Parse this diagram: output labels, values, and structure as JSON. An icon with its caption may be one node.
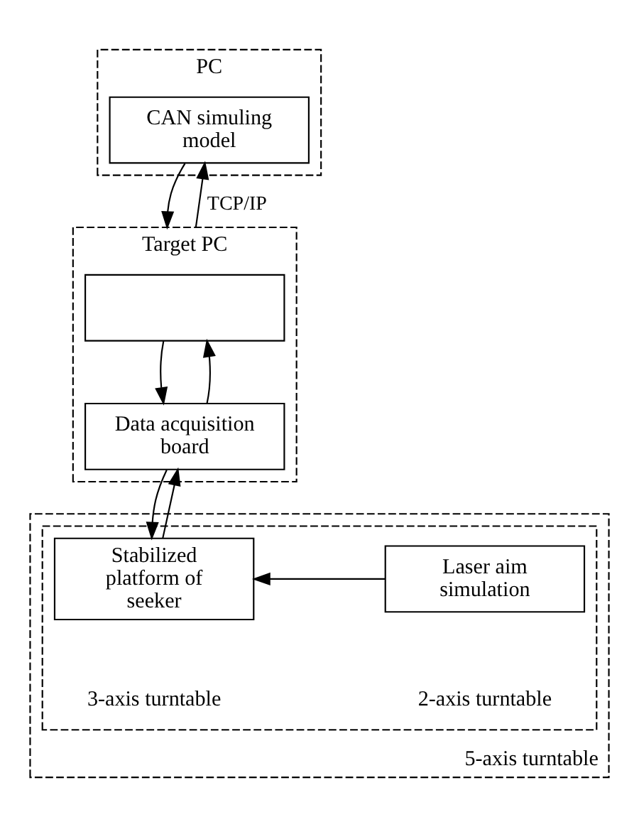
{
  "diagram": {
    "nodes": [
      {
        "text": [
          "PC"
        ]
      },
      {
        "text": [
          "CAN simuling model"
        ],
        "in": 0
      },
      {
        "text": [
          "Target PC"
        ]
      },
      {
        "text": [],
        "shape": "box",
        "in": 2
      },
      {
        "text": [
          "Data acquisition board"
        ],
        "in": 2
      },
      {
        "text": [
          "5-axis turntable"
        ]
      },
      {
        "text": [],
        "shape": "box",
        "in": 5
      },
      {
        "text": [
          "Stabilized platform of seeker"
        ],
        "in": 6,
        "beside": [
          "3-axis turntable"
        ]
      },
      {
        "text": [
          "Laser aim simulation"
        ],
        "in": 6,
        "beside": [
          "2-axis turntable"
        ]
      }
    ],
    "edges": [
      {
        "from": 1,
        "to": 2,
        "arrow": "to"
      },
      {
        "from": 2,
        "to": 1,
        "arrow": "to",
        "label": "TCP/IP"
      },
      {
        "from": 3,
        "to": 4,
        "arrow": "to"
      },
      {
        "from": 4,
        "to": 3,
        "arrow": "to"
      },
      {
        "from": 4,
        "to": 7,
        "arrow": "to"
      },
      {
        "from": 7,
        "to": 4,
        "arrow": "to"
      },
      {
        "from": 8,
        "to": 7,
        "arrow": "to"
      }
    ]
  }
}
